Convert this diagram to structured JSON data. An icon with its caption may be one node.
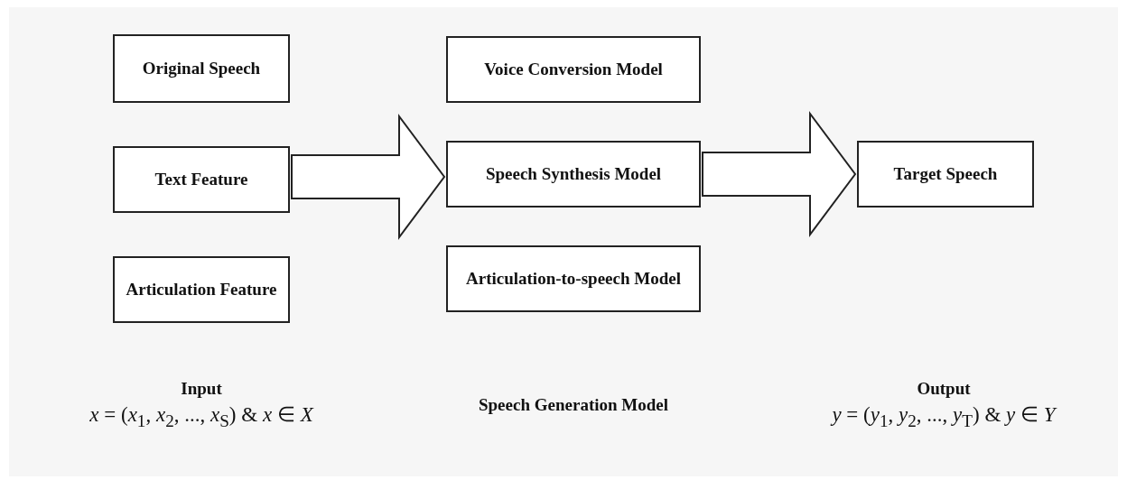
{
  "diagram": {
    "nodes": [
      {
        "text": [
          "Original Speech"
        ]
      },
      {
        "text": [
          "Text Feature"
        ]
      },
      {
        "text": [
          "Articulation Feature"
        ]
      },
      {
        "text": [
          "Voice Conversion Model"
        ]
      },
      {
        "text": [
          "Speech Synthesis Model"
        ]
      },
      {
        "text": [
          "Articulation-to-speech Model"
        ]
      },
      {
        "text": [
          "Target Speech"
        ]
      }
    ],
    "edges": [
      {
        "from": 1,
        "to": 4,
        "arrow": "to"
      },
      {
        "from": 4,
        "to": 6,
        "arrow": "to"
      }
    ],
    "labels": [
      "Input",
      "*x* = (*x*$_{1}$, *x*$_{2}$, ..., *x*$_{S}$) & *x* ∈ *X*",
      "Speech Generation Model",
      "Output",
      "*y* = (*y*$_{1}$, *y*$_{2}$, ..., *y*$_{T}$) & *y* ∈ *Y*"
    ]
  }
}
